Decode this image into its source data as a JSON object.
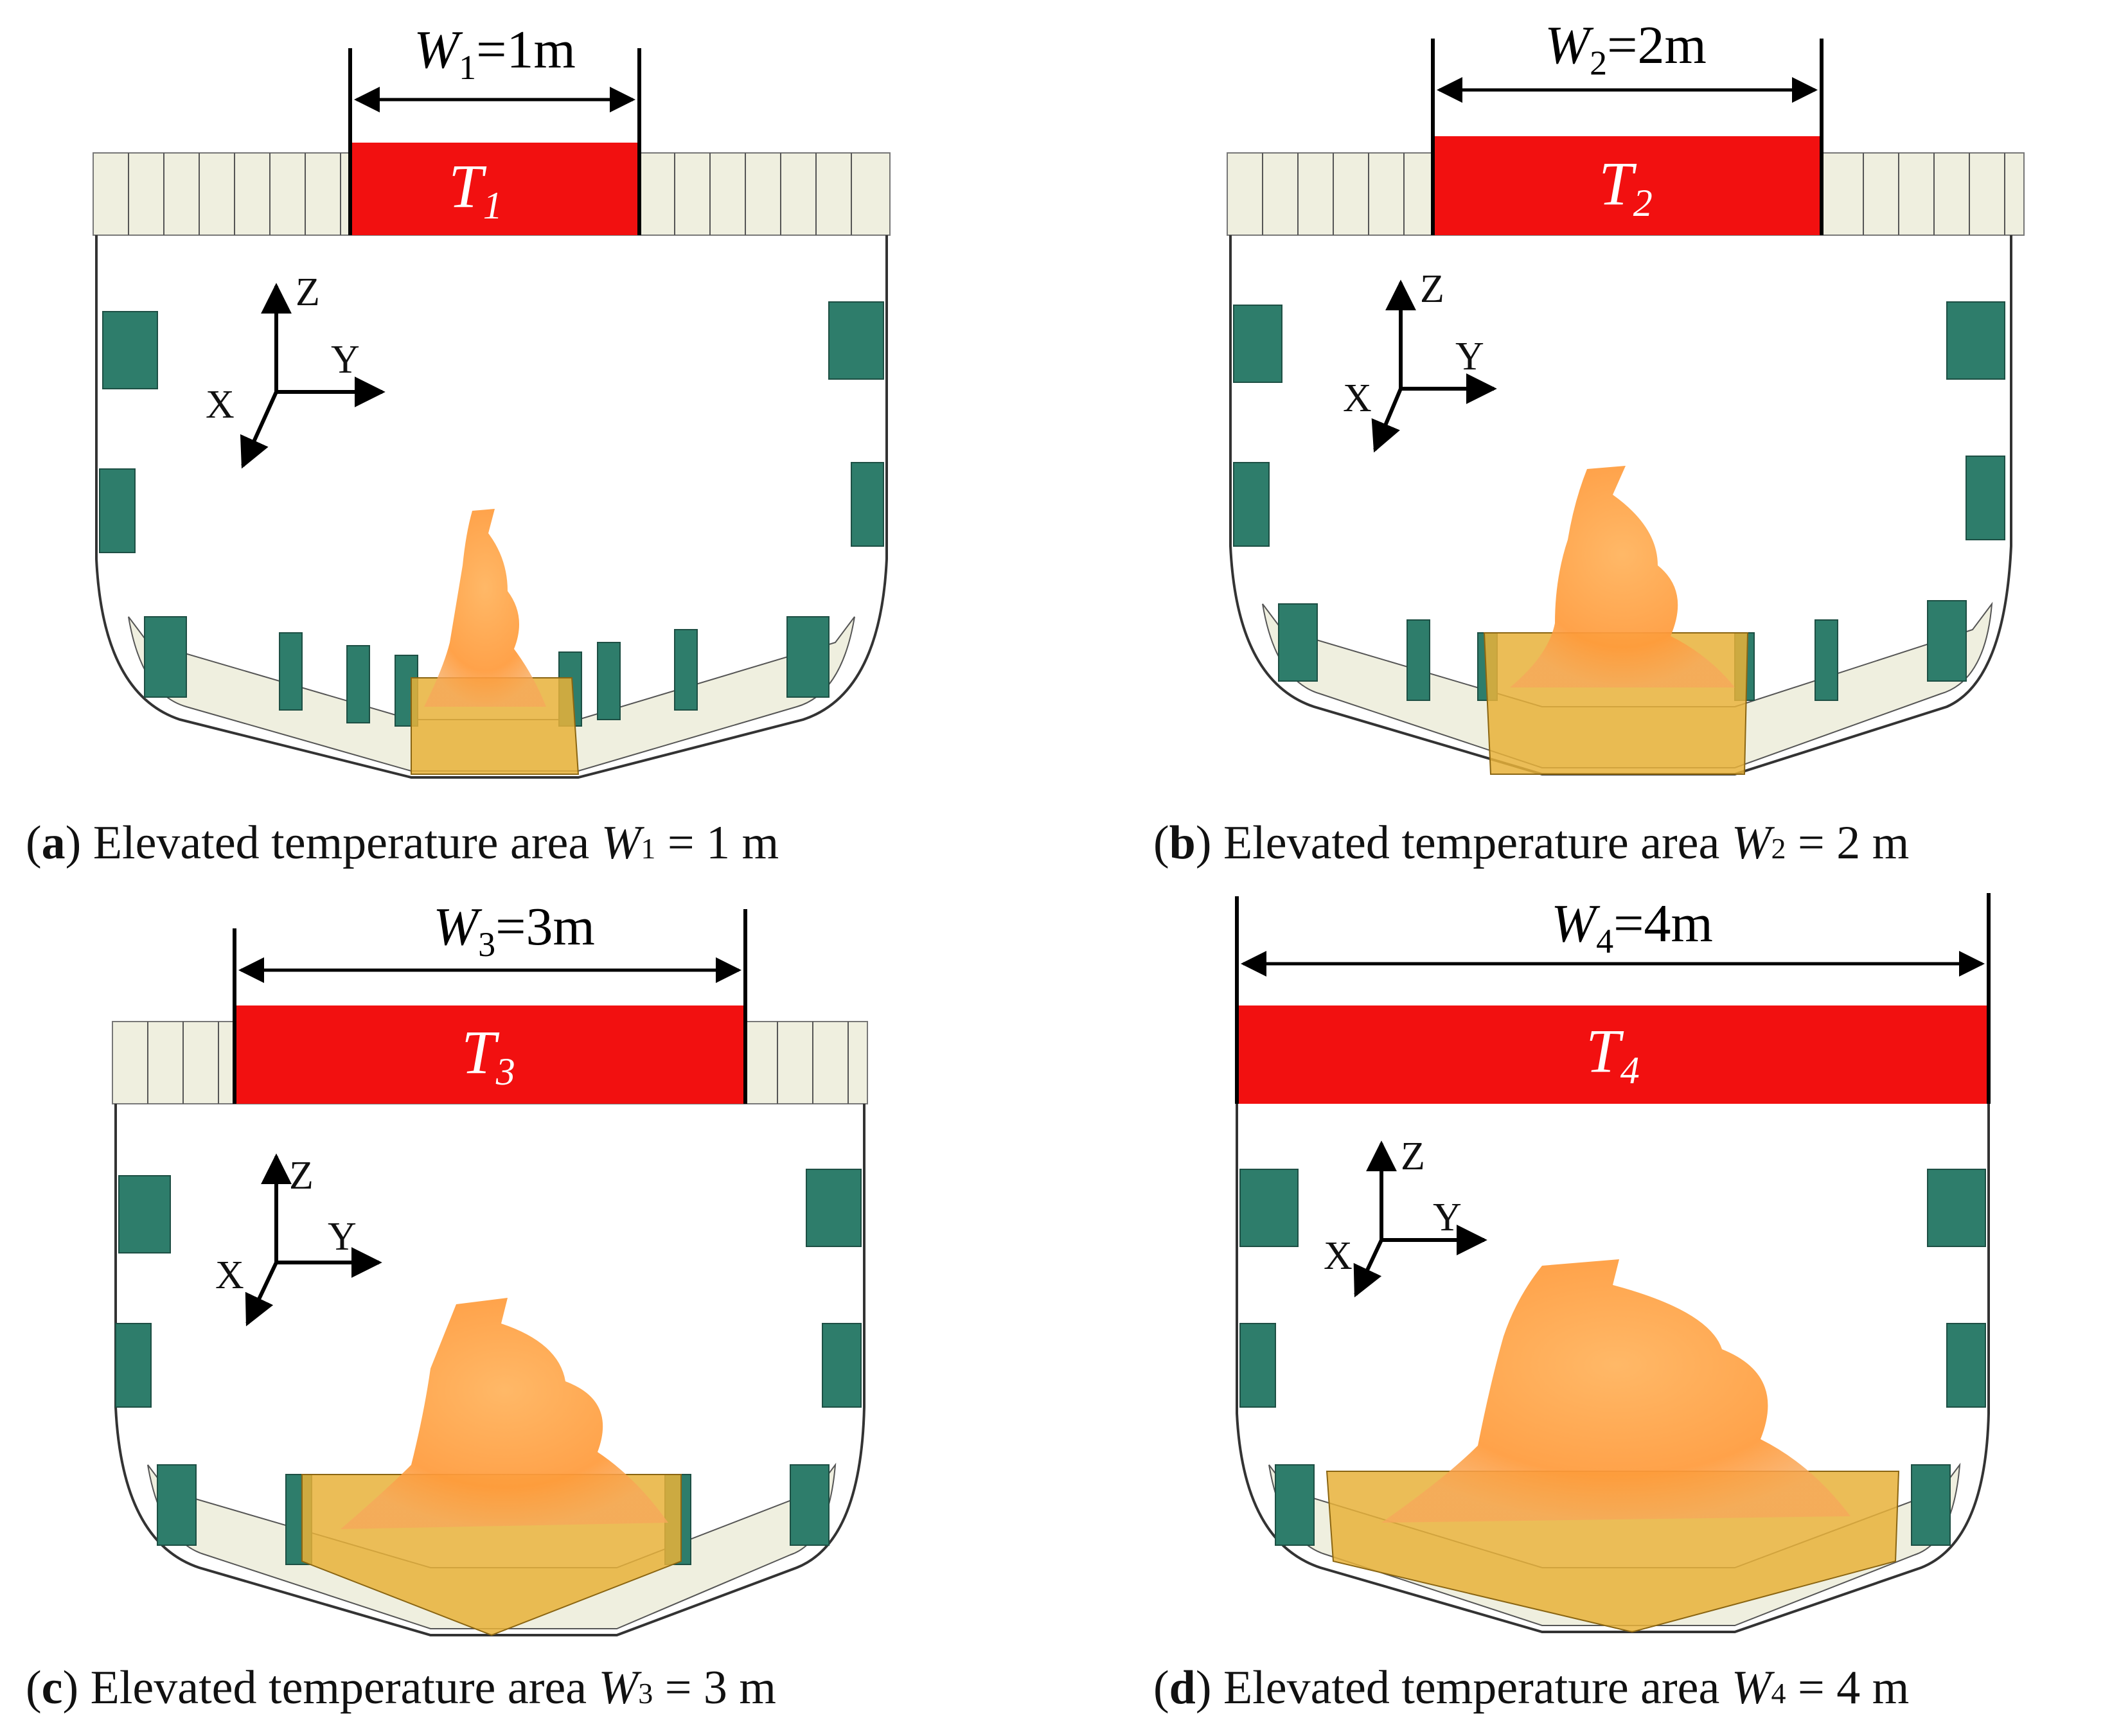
{
  "panels": [
    {
      "id": "a",
      "letter": "a",
      "caption_text": "Elevated temperature area",
      "w_symbol": "W",
      "w_sub": "1",
      "w_eq": "= 1 m",
      "dim_sym": "W",
      "dim_sub": "1",
      "dim_val": "=1m",
      "t_sym": "T",
      "t_sub": "1",
      "plume_scale": 0.45
    },
    {
      "id": "b",
      "letter": "b",
      "caption_text": "Elevated temperature area",
      "w_symbol": "W",
      "w_sub": "2",
      "w_eq": "= 2 m",
      "dim_sym": "W",
      "dim_sub": "2",
      "dim_val": "=2m",
      "t_sym": "T",
      "t_sub": "2",
      "plume_scale": 0.65
    },
    {
      "id": "c",
      "letter": "c",
      "caption_text": "Elevated temperature area",
      "w_symbol": "W",
      "w_sub": "3",
      "w_eq": "= 3 m",
      "dim_sym": "W",
      "dim_sub": "3",
      "dim_val": "=3m",
      "t_sym": "T",
      "t_sub": "3",
      "plume_scale": 0.85
    },
    {
      "id": "d",
      "letter": "d",
      "caption_text": "Elevated temperature area",
      "w_symbol": "W",
      "w_sub": "4",
      "w_eq": "= 4 m",
      "dim_sym": "W",
      "dim_sub": "4",
      "dim_val": "=4m",
      "t_sym": "T",
      "t_sub": "4",
      "plume_scale": 1.0
    }
  ],
  "axes": {
    "z": "Z",
    "y": "Y",
    "x": "X"
  },
  "colors": {
    "heated_strip": "#f21010",
    "deck": "#efefdf",
    "frame": "#2e7d6b",
    "plume": "#ff9a3a",
    "fire_box": "#e8b23a"
  }
}
